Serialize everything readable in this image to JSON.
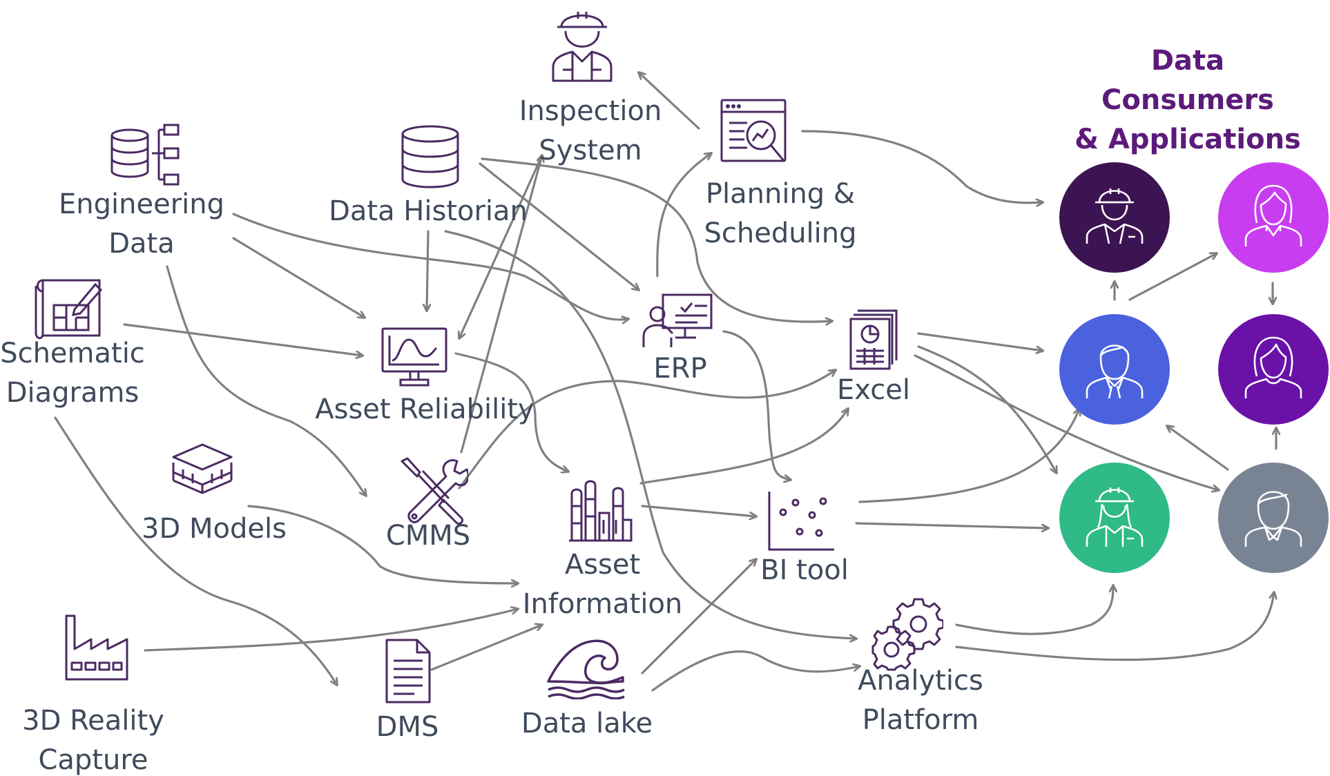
{
  "title": "Data Consumers & Applications",
  "title_lines": [
    "Data Consumers",
    "& Applications"
  ],
  "colors": {
    "label": "#3f4a5c",
    "icon": "#4b2a63",
    "arrow": "#808080",
    "title": "#5c1a7a",
    "consumer_dark": "#3d1452",
    "consumer_magenta": "#c83df0",
    "consumer_blue": "#4a62de",
    "consumer_purple": "#6a12a8",
    "consumer_green": "#2fba87",
    "consumer_gray": "#788494"
  },
  "nodes": {
    "engineering_data": {
      "label": "Engineering Data",
      "lines": [
        "Engineering",
        "Data"
      ],
      "icon": "database-hierarchy-icon"
    },
    "data_historian": {
      "label": "Data Historian",
      "lines": [
        "Data Historian"
      ],
      "icon": "database-icon"
    },
    "inspection_system": {
      "label": "Inspection System",
      "lines": [
        "Inspection",
        "System"
      ],
      "icon": "worker-helmet-icon"
    },
    "planning_scheduling": {
      "label": "Planning & Scheduling",
      "lines": [
        "Planning &",
        "Scheduling"
      ],
      "icon": "report-magnifier-icon"
    },
    "schematic_diagrams": {
      "label": "Schematic Diagrams",
      "lines": [
        "Schematic",
        "Diagrams"
      ],
      "icon": "blueprint-icon"
    },
    "asset_reliability": {
      "label": "Asset Reliability",
      "lines": [
        "Asset Reliability"
      ],
      "icon": "monitor-chart-icon"
    },
    "erp": {
      "label": "ERP",
      "lines": [
        "ERP"
      ],
      "icon": "user-presentation-icon"
    },
    "excel": {
      "label": "Excel",
      "lines": [
        "Excel"
      ],
      "icon": "spreadsheet-report-icon"
    },
    "models_3d": {
      "label": "3D Models",
      "lines": [
        "3D Models"
      ],
      "icon": "layers-icon"
    },
    "cmms": {
      "label": "CMMS",
      "lines": [
        "CMMS"
      ],
      "icon": "wrench-screwdriver-icon"
    },
    "asset_information": {
      "label": "Asset Information",
      "lines": [
        "Asset",
        "Information"
      ],
      "icon": "plant-icon"
    },
    "bi_tool": {
      "label": "BI tool",
      "lines": [
        "BI tool"
      ],
      "icon": "scatter-plot-icon"
    },
    "reality_capture": {
      "label": "3D Reality Capture",
      "lines": [
        "3D Reality",
        "Capture"
      ],
      "icon": "factory-icon"
    },
    "dms": {
      "label": "DMS",
      "lines": [
        "DMS"
      ],
      "icon": "document-icon"
    },
    "data_lake": {
      "label": "Data lake",
      "lines": [
        "Data lake"
      ],
      "icon": "wave-icon"
    },
    "analytics_platform": {
      "label": "Analytics Platform",
      "lines": [
        "Analytics",
        "Platform"
      ],
      "icon": "gears-icon"
    }
  },
  "consumers": [
    {
      "id": "c1",
      "icon": "worker-helmet-avatar-icon",
      "color": "#3d1452"
    },
    {
      "id": "c2",
      "icon": "woman-avatar-icon",
      "color": "#c83df0"
    },
    {
      "id": "c3",
      "icon": "man-avatar-icon",
      "color": "#4a62de"
    },
    {
      "id": "c4",
      "icon": "woman-avatar-icon",
      "color": "#6a12a8"
    },
    {
      "id": "c5",
      "icon": "female-worker-avatar-icon",
      "color": "#2fba87"
    },
    {
      "id": "c6",
      "icon": "man-avatar-icon",
      "color": "#788494"
    }
  ]
}
